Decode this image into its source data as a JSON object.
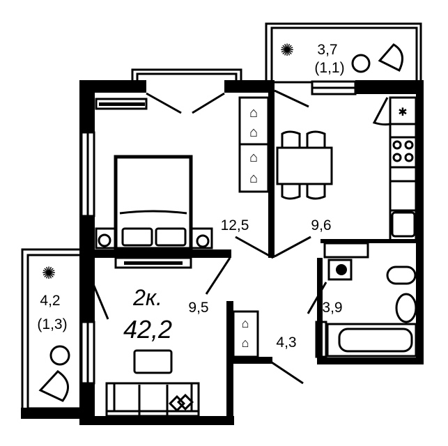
{
  "plan": {
    "apartment_type": "2к.",
    "total_area": "42,2",
    "rooms": [
      {
        "name": "bedroom",
        "area": "12,5"
      },
      {
        "name": "kitchen",
        "area": "9,6"
      },
      {
        "name": "living-room",
        "area": "9,5"
      },
      {
        "name": "bathroom",
        "area": "3,9"
      },
      {
        "name": "hallway",
        "area": "4,3"
      }
    ],
    "balconies": [
      {
        "name": "balcony-top",
        "area": "3,7",
        "reduced_area": "(1,1)"
      },
      {
        "name": "balcony-left",
        "area": "4,2",
        "reduced_area": "(1,3)"
      }
    ]
  }
}
